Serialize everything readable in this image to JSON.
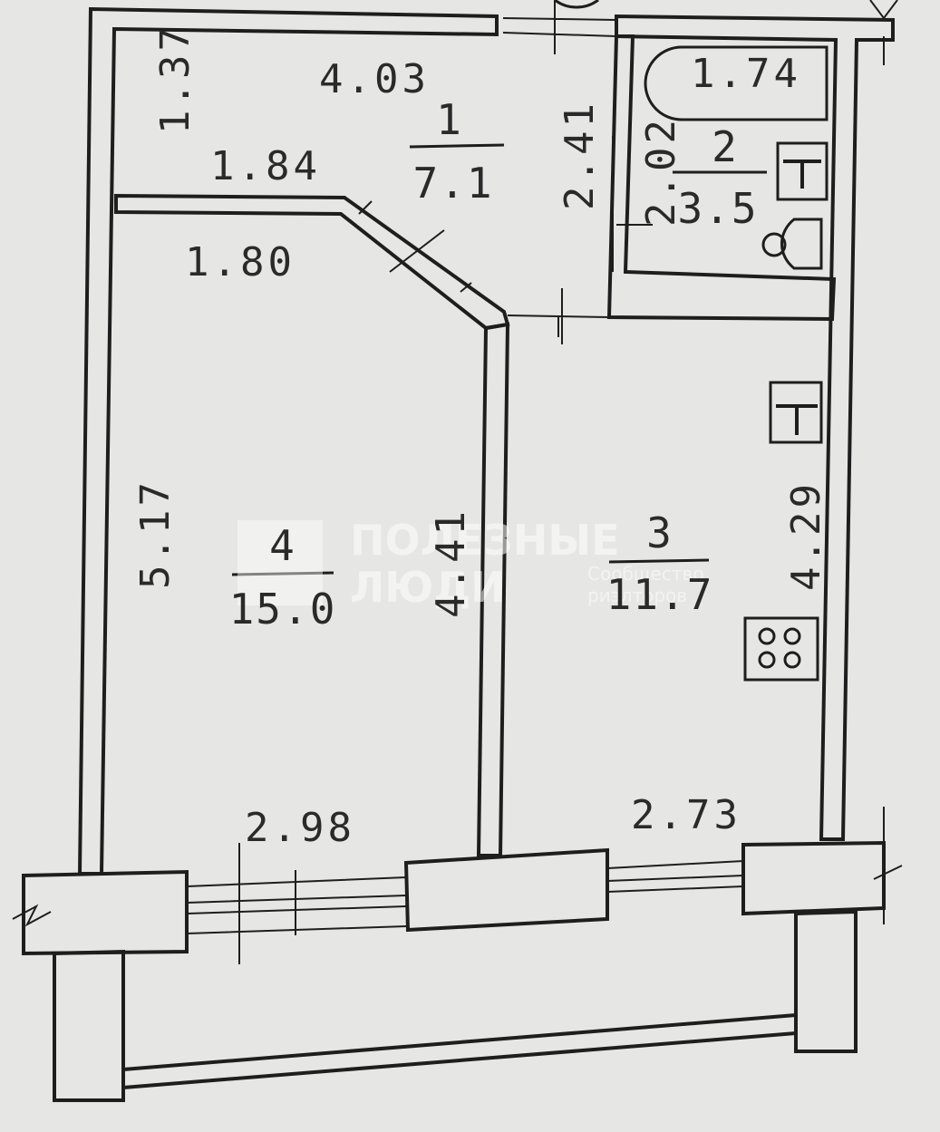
{
  "rooms": [
    {
      "number": "1",
      "area": "7.1"
    },
    {
      "number": "2",
      "area": "3.5"
    },
    {
      "number": "3",
      "area": "11.7"
    },
    {
      "number": "4",
      "area": "15.0"
    }
  ],
  "dimensions": {
    "hall_height": "1.37",
    "hall_width": "4.03",
    "hall_inner": "1.84",
    "hall_depth": "2.41",
    "bath_tub": "1.74",
    "bath_depth": "2.02",
    "room4_top": "1.80",
    "room4_height": "5.17",
    "room4_inner": "4.41",
    "room4_width": "2.98",
    "kitchen_width": "2.73",
    "kitchen_height": "4.29"
  },
  "watermark": {
    "line1": "ПОЛЕЗНЫЕ",
    "line2": "ЛЮДИ",
    "line3": "Сообщество",
    "line4": "риэлторов"
  }
}
